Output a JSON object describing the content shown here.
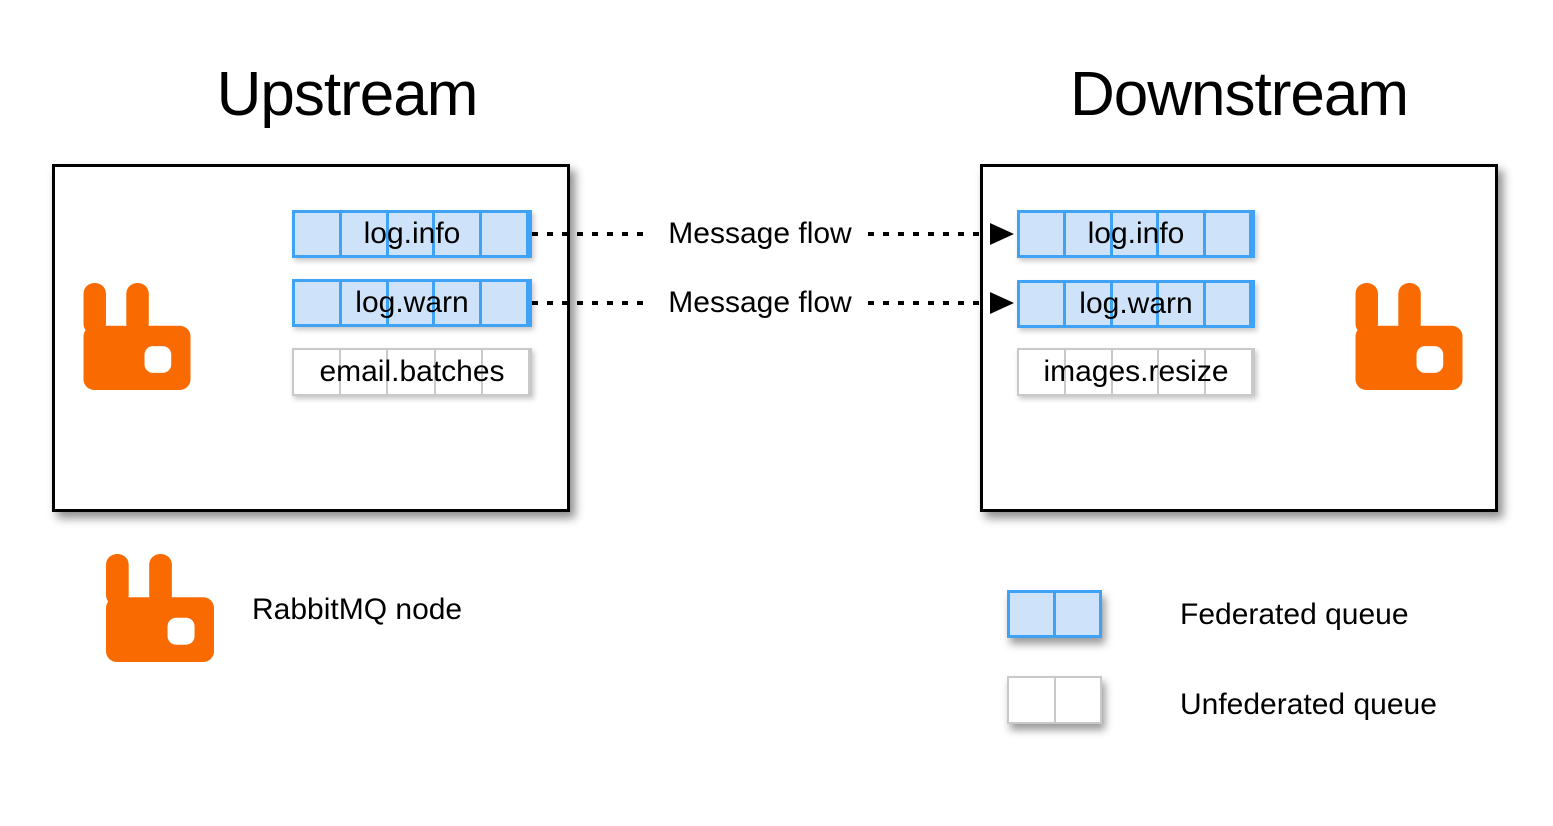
{
  "upstream": {
    "title": "Upstream",
    "queues": [
      {
        "label": "log.info",
        "type": "federated"
      },
      {
        "label": "log.warn",
        "type": "federated"
      },
      {
        "label": "email.batches",
        "type": "unfederated"
      }
    ]
  },
  "downstream": {
    "title": "Downstream",
    "queues": [
      {
        "label": "log.info",
        "type": "federated"
      },
      {
        "label": "log.warn",
        "type": "federated"
      },
      {
        "label": "images.resize",
        "type": "unfederated"
      }
    ]
  },
  "flows": [
    {
      "label": "Message flow"
    },
    {
      "label": "Message flow"
    }
  ],
  "legend": {
    "items": [
      {
        "icon": "rabbitmq-icon",
        "label": "RabbitMQ node"
      },
      {
        "icon": "federated-queue-swatch",
        "label": "Federated queue"
      },
      {
        "icon": "unfederated-queue-swatch",
        "label": "Unfederated queue"
      }
    ]
  },
  "colors": {
    "rabbit_orange": "#F96A00",
    "federated_fill": "#CEE2F9",
    "federated_border": "#3FA2F5",
    "unfederated_fill": "#FFFFFF",
    "unfederated_border": "#C9C9C9"
  }
}
